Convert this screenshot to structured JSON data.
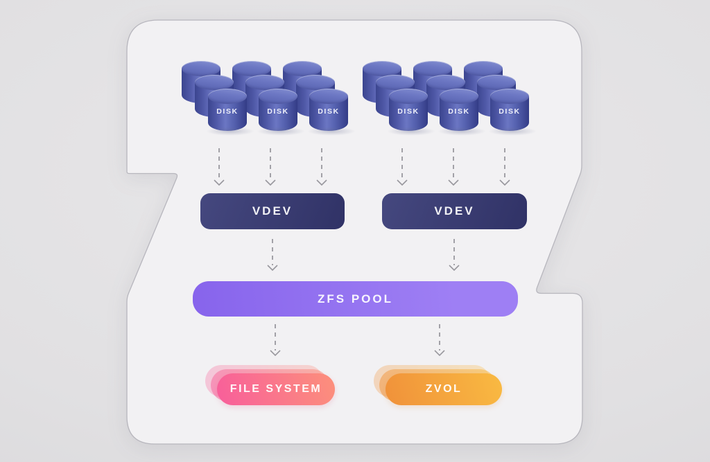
{
  "diagram_name": "zfs-pool-architecture",
  "colors": {
    "page_bg": "#e1e0e2",
    "card_fill": "#f2f1f3",
    "card_border": "#b7b6bd",
    "arrow": "#a2a1a7",
    "disk_dark": "#3b458f",
    "disk_light": "#6b76c3",
    "disk_top": "#6d78c4",
    "vdev_a": "#45487f",
    "vdev_b": "#303266",
    "pool_a": "#8764ec",
    "pool_b": "#9e7ff4",
    "fs_a": "#f85e9b",
    "fs_b": "#fc907b",
    "zv_a": "#f0913a",
    "zv_b": "#f9ba42"
  },
  "disks": {
    "label": "DISK",
    "group_count": 2,
    "stacks_per_group": 3,
    "disks_per_stack": 3
  },
  "vdevs": [
    {
      "label": "VDEV"
    },
    {
      "label": "VDEV"
    }
  ],
  "pool": {
    "label": "ZFS POOL"
  },
  "filesystem": {
    "label": "FILE SYSTEM"
  },
  "zvol": {
    "label": "ZVOL"
  }
}
